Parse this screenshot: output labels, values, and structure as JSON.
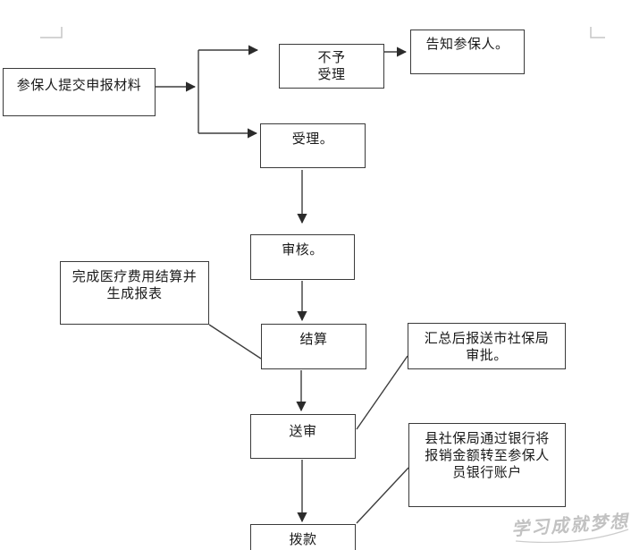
{
  "page": {
    "background": "#ffffff",
    "watermark_text": "学习成就梦想"
  },
  "flowchart": {
    "nodes": {
      "submit": {
        "label": "参保人提交申报材料"
      },
      "not_accept": {
        "label": "不予\n受理"
      },
      "inform": {
        "label": "告知参保人。"
      },
      "accept": {
        "label": "受理。"
      },
      "review": {
        "label": "审核。"
      },
      "settle": {
        "label": "结算"
      },
      "send_review": {
        "label": "送审"
      },
      "allocate": {
        "label": "拨款"
      },
      "settle_note": {
        "label": "完成医疗费用结算并\n生成报表"
      },
      "send_note": {
        "label": "汇总后报送市社保局\n审批。"
      },
      "allocate_note": {
        "label": "县社保局通过银行将\n报销金额转至参保人\n员银行账户"
      }
    },
    "colors": {
      "line": "#3d3d3d",
      "box_border": "#3a3a3a",
      "box_fill": "#ffffff",
      "margin_mark": "#c6c6c6",
      "watermark": "#c2c2c2"
    }
  }
}
